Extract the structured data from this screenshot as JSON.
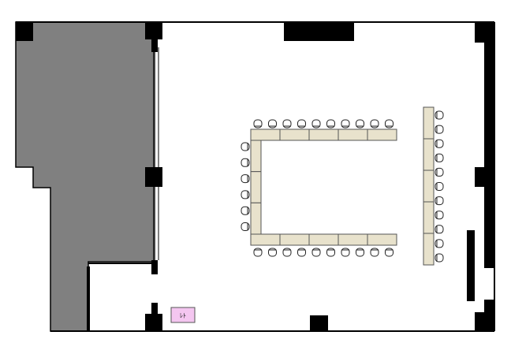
{
  "floor_plan": {
    "colors": {
      "wall": "#000000",
      "hatched_area": "#808080",
      "room_floor": "#ffffff",
      "table": "#e8e2cc",
      "table_stroke": "#555555",
      "chair_stroke": "#222222",
      "sign_fill": "#f4c6f0",
      "sign_stroke": "#555555"
    },
    "layout": {
      "u_shape_top_tables": 5,
      "u_shape_bottom_tables": 5,
      "u_shape_left_tables": 3,
      "top_row_chairs": 10,
      "bottom_row_chairs": 10,
      "left_column_chairs": 6,
      "right_column_tables": 5,
      "right_column_chairs": 11
    },
    "sign": {
      "text": "ﾚﾄ",
      "icon": "restroom-sign-icon"
    }
  }
}
